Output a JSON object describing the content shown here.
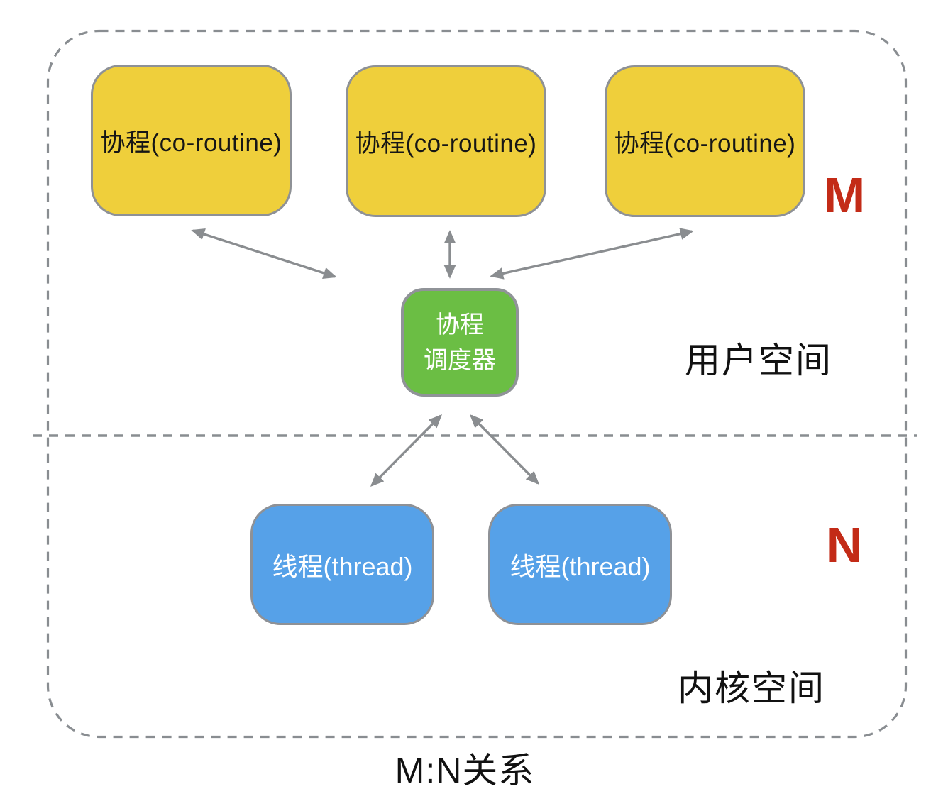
{
  "diagram": {
    "caption": "M:N关系",
    "user_space_label": "用户空间",
    "kernel_space_label": "内核空间",
    "m_count_label": "M",
    "n_count_label": "N",
    "coroutines": [
      {
        "label": "协程(co-routine)"
      },
      {
        "label": "协程(co-routine)"
      },
      {
        "label": "协程(co-routine)"
      }
    ],
    "scheduler": {
      "line1": "协程",
      "line2": "调度器"
    },
    "threads": [
      {
        "label": "线程(thread)"
      },
      {
        "label": "线程(thread)"
      }
    ],
    "colors": {
      "coroutine_fill": "#EFCF3B",
      "scheduler_fill": "#6BBE44",
      "thread_fill": "#56A1E8",
      "count_label_red": "#C32B17",
      "shape_border_gray": "#8E9196",
      "arrow_gray": "#8A8D90",
      "dashed_border_gray": "#898D91"
    }
  }
}
